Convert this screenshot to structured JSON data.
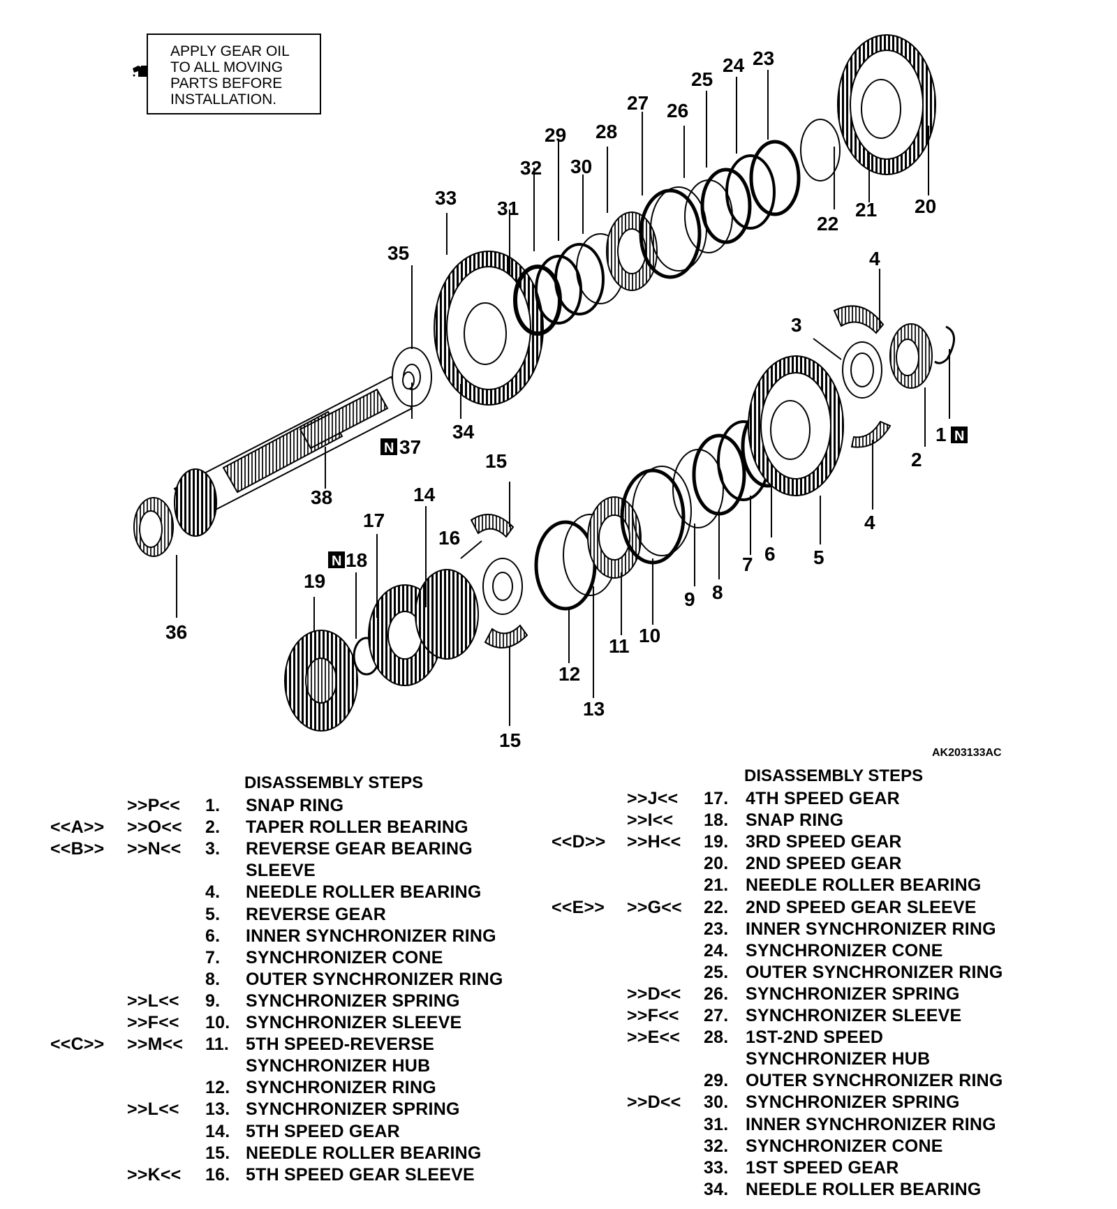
{
  "note": {
    "text": "APPLY GEAR OIL\nTO ALL MOVING\nPARTS BEFORE\nINSTALLATION."
  },
  "figure_code": "AK203133AC",
  "callouts": {
    "c1": "1",
    "c2": "2",
    "c3": "3",
    "c4a": "4",
    "c4b": "4",
    "c5": "5",
    "c6": "6",
    "c7": "7",
    "c8": "8",
    "c9": "9",
    "c10": "10",
    "c11": "11",
    "c12": "12",
    "c13": "13",
    "c14": "14",
    "c15a": "15",
    "c15b": "15",
    "c16": "16",
    "c17": "17",
    "c18": "18",
    "c19": "19",
    "c20": "20",
    "c21": "21",
    "c22": "22",
    "c23": "23",
    "c24": "24",
    "c25": "25",
    "c26": "26",
    "c27": "27",
    "c28": "28",
    "c29": "29",
    "c30": "30",
    "c31": "31",
    "c32": "32",
    "c33": "33",
    "c34": "34",
    "c35": "35",
    "c36": "36",
    "c37": "37",
    "c38": "38",
    "n_mark": "N"
  },
  "steps_left": {
    "heading": "DISASSEMBLY STEPS",
    "rows": [
      {
        "a": "",
        "b": ">>P<<",
        "num": "1.",
        "label": "SNAP RING"
      },
      {
        "a": "<<A>>",
        "b": ">>O<<",
        "num": "2.",
        "label": "TAPER ROLLER BEARING"
      },
      {
        "a": "<<B>>",
        "b": ">>N<<",
        "num": "3.",
        "label": "REVERSE GEAR BEARING"
      },
      {
        "a": "",
        "b": "",
        "num": "",
        "label": "SLEEVE"
      },
      {
        "a": "",
        "b": "",
        "num": "4.",
        "label": "NEEDLE ROLLER BEARING"
      },
      {
        "a": "",
        "b": "",
        "num": "5.",
        "label": "REVERSE GEAR"
      },
      {
        "a": "",
        "b": "",
        "num": "6.",
        "label": "INNER SYNCHRONIZER RING"
      },
      {
        "a": "",
        "b": "",
        "num": "7.",
        "label": "SYNCHRONIZER CONE"
      },
      {
        "a": "",
        "b": "",
        "num": "8.",
        "label": "OUTER SYNCHRONIZER RING"
      },
      {
        "a": "",
        "b": ">>L<<",
        "num": "9.",
        "label": "SYNCHRONIZER SPRING"
      },
      {
        "a": "",
        "b": ">>F<<",
        "num": "10.",
        "label": "SYNCHRONIZER SLEEVE"
      },
      {
        "a": "<<C>>",
        "b": ">>M<<",
        "num": "11.",
        "label": "5TH SPEED-REVERSE"
      },
      {
        "a": "",
        "b": "",
        "num": "",
        "label": "SYNCHRONIZER HUB"
      },
      {
        "a": "",
        "b": "",
        "num": "12.",
        "label": "SYNCHRONIZER RING"
      },
      {
        "a": "",
        "b": ">>L<<",
        "num": "13.",
        "label": "SYNCHRONIZER SPRING"
      },
      {
        "a": "",
        "b": "",
        "num": "14.",
        "label": "5TH SPEED GEAR"
      },
      {
        "a": "",
        "b": "",
        "num": "15.",
        "label": "NEEDLE ROLLER BEARING"
      },
      {
        "a": "",
        "b": ">>K<<",
        "num": "16.",
        "label": "5TH SPEED GEAR SLEEVE"
      }
    ]
  },
  "steps_right": {
    "heading": "DISASSEMBLY STEPS",
    "rows": [
      {
        "a": "",
        "b": ">>J<<",
        "num": "17.",
        "label": "4TH SPEED GEAR"
      },
      {
        "a": "",
        "b": ">>I<<",
        "num": "18.",
        "label": "SNAP RING"
      },
      {
        "a": "<<D>>",
        "b": ">>H<<",
        "num": "19.",
        "label": "3RD SPEED GEAR"
      },
      {
        "a": "",
        "b": "",
        "num": "20.",
        "label": "2ND SPEED GEAR"
      },
      {
        "a": "",
        "b": "",
        "num": "21.",
        "label": "NEEDLE ROLLER BEARING"
      },
      {
        "a": "<<E>>",
        "b": ">>G<<",
        "num": "22.",
        "label": "2ND SPEED GEAR SLEEVE"
      },
      {
        "a": "",
        "b": "",
        "num": "23.",
        "label": "INNER SYNCHRONIZER RING"
      },
      {
        "a": "",
        "b": "",
        "num": "24.",
        "label": "SYNCHRONIZER CONE"
      },
      {
        "a": "",
        "b": "",
        "num": "25.",
        "label": "OUTER SYNCHRONIZER RING"
      },
      {
        "a": "",
        "b": ">>D<<",
        "num": "26.",
        "label": "SYNCHRONIZER SPRING"
      },
      {
        "a": "",
        "b": ">>F<<",
        "num": "27.",
        "label": "SYNCHRONIZER SLEEVE"
      },
      {
        "a": "",
        "b": ">>E<<",
        "num": "28.",
        "label": "1ST-2ND SPEED"
      },
      {
        "a": "",
        "b": "",
        "num": "",
        "label": "SYNCHRONIZER HUB"
      },
      {
        "a": "",
        "b": "",
        "num": "29.",
        "label": "OUTER SYNCHRONIZER RING"
      },
      {
        "a": "",
        "b": ">>D<<",
        "num": "30.",
        "label": "SYNCHRONIZER SPRING"
      },
      {
        "a": "",
        "b": "",
        "num": "31.",
        "label": "INNER SYNCHRONIZER RING"
      },
      {
        "a": "",
        "b": "",
        "num": "32.",
        "label": "SYNCHRONIZER CONE"
      },
      {
        "a": "",
        "b": "",
        "num": "33.",
        "label": "1ST SPEED GEAR"
      },
      {
        "a": "",
        "b": "",
        "num": "34.",
        "label": "NEEDLE ROLLER BEARING"
      }
    ]
  }
}
